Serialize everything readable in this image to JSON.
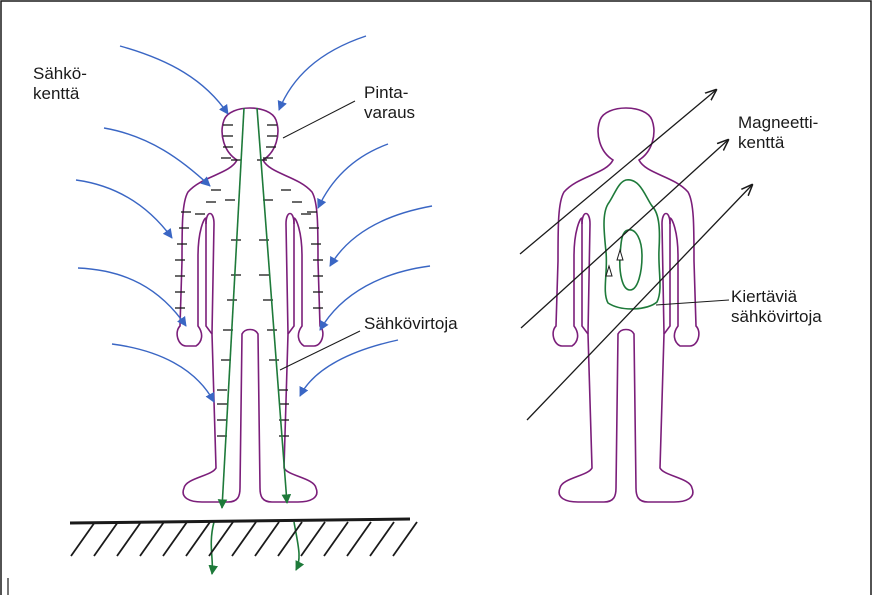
{
  "labels": {
    "electric_field": [
      "Sähkö-",
      "kenttä"
    ],
    "surface_charge": [
      "Pinta-",
      "varaus"
    ],
    "electric_currents": "Sähkövirtoja",
    "magnetic_field": [
      "Magneetti-",
      "kenttä"
    ],
    "circulating_currents": [
      "Kiertäviä",
      "sähkövirtoja"
    ]
  },
  "colors": {
    "frame": "#1a1a1a",
    "body_outline": "#7b1e7a",
    "field_line": "#3a66c4",
    "current": "#1e7a3a",
    "magnetic_line": "#1a1a1a",
    "text": "#1a1a1a"
  }
}
